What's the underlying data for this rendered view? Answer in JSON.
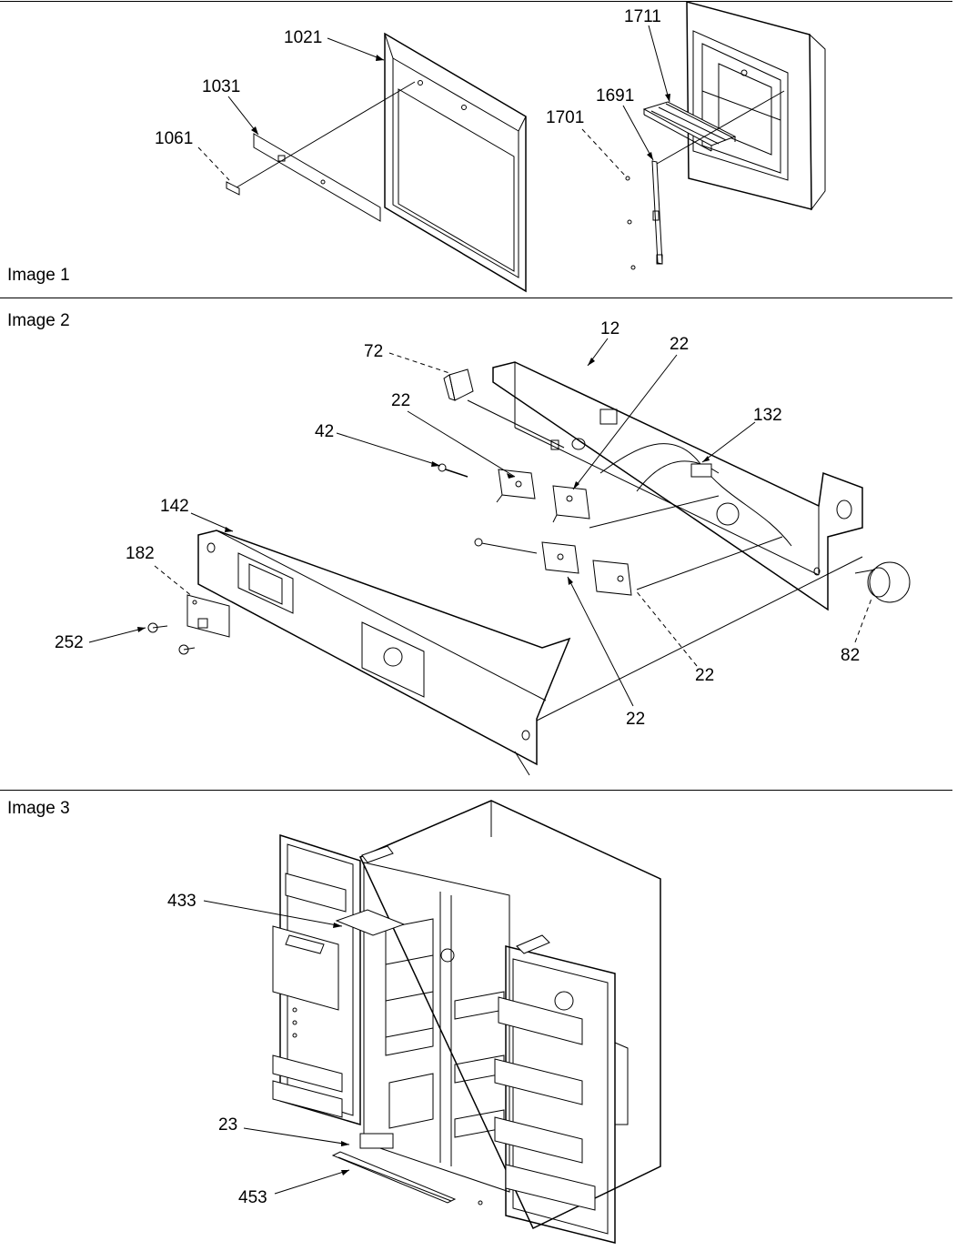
{
  "images": [
    {
      "title": "Image 1",
      "callouts": [
        "1021",
        "1031",
        "1061",
        "1711",
        "1691",
        "1701"
      ]
    },
    {
      "title": "Image 2",
      "callouts": [
        "12",
        "72",
        "22",
        "22",
        "132",
        "42",
        "142",
        "182",
        "252",
        "22",
        "82",
        "22"
      ]
    },
    {
      "title": "Image 3",
      "callouts": [
        "433",
        "23",
        "453"
      ]
    }
  ]
}
